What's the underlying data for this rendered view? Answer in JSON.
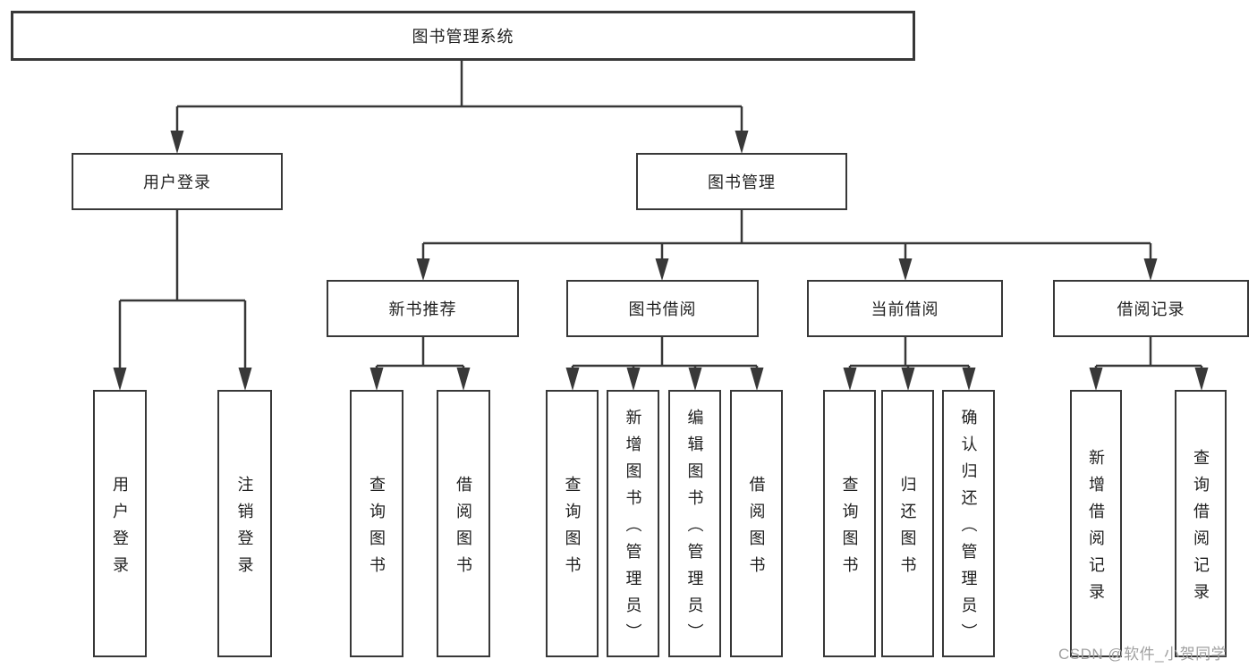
{
  "diagram": {
    "title": "图书管理系统",
    "root": {
      "label": "图书管理系统"
    },
    "branches": [
      {
        "label": "用户登录",
        "children": [
          {
            "label": "用户登录"
          },
          {
            "label": "注销登录"
          }
        ]
      },
      {
        "label": "图书管理",
        "children": [
          {
            "label": "新书推荐",
            "children": [
              {
                "label": "查询图书"
              },
              {
                "label": "借阅图书"
              }
            ]
          },
          {
            "label": "图书借阅",
            "children": [
              {
                "label": "查询图书"
              },
              {
                "label": "新增图书（管理员）"
              },
              {
                "label": "编辑图书（管理员）"
              },
              {
                "label": "借阅图书"
              }
            ]
          },
          {
            "label": "当前借阅",
            "children": [
              {
                "label": "查询图书"
              },
              {
                "label": "归还图书"
              },
              {
                "label": "确认归还（管理员）"
              }
            ]
          },
          {
            "label": "借阅记录",
            "children": [
              {
                "label": "新增借阅记录"
              },
              {
                "label": "查询借阅记录"
              }
            ]
          }
        ]
      }
    ]
  },
  "watermark": {
    "text": "CSDN @软件_小贺同学"
  },
  "colors": {
    "line": "#383838",
    "text": "#1f1f1f",
    "watermark": "#a0a0a0",
    "background": "#ffffff"
  }
}
